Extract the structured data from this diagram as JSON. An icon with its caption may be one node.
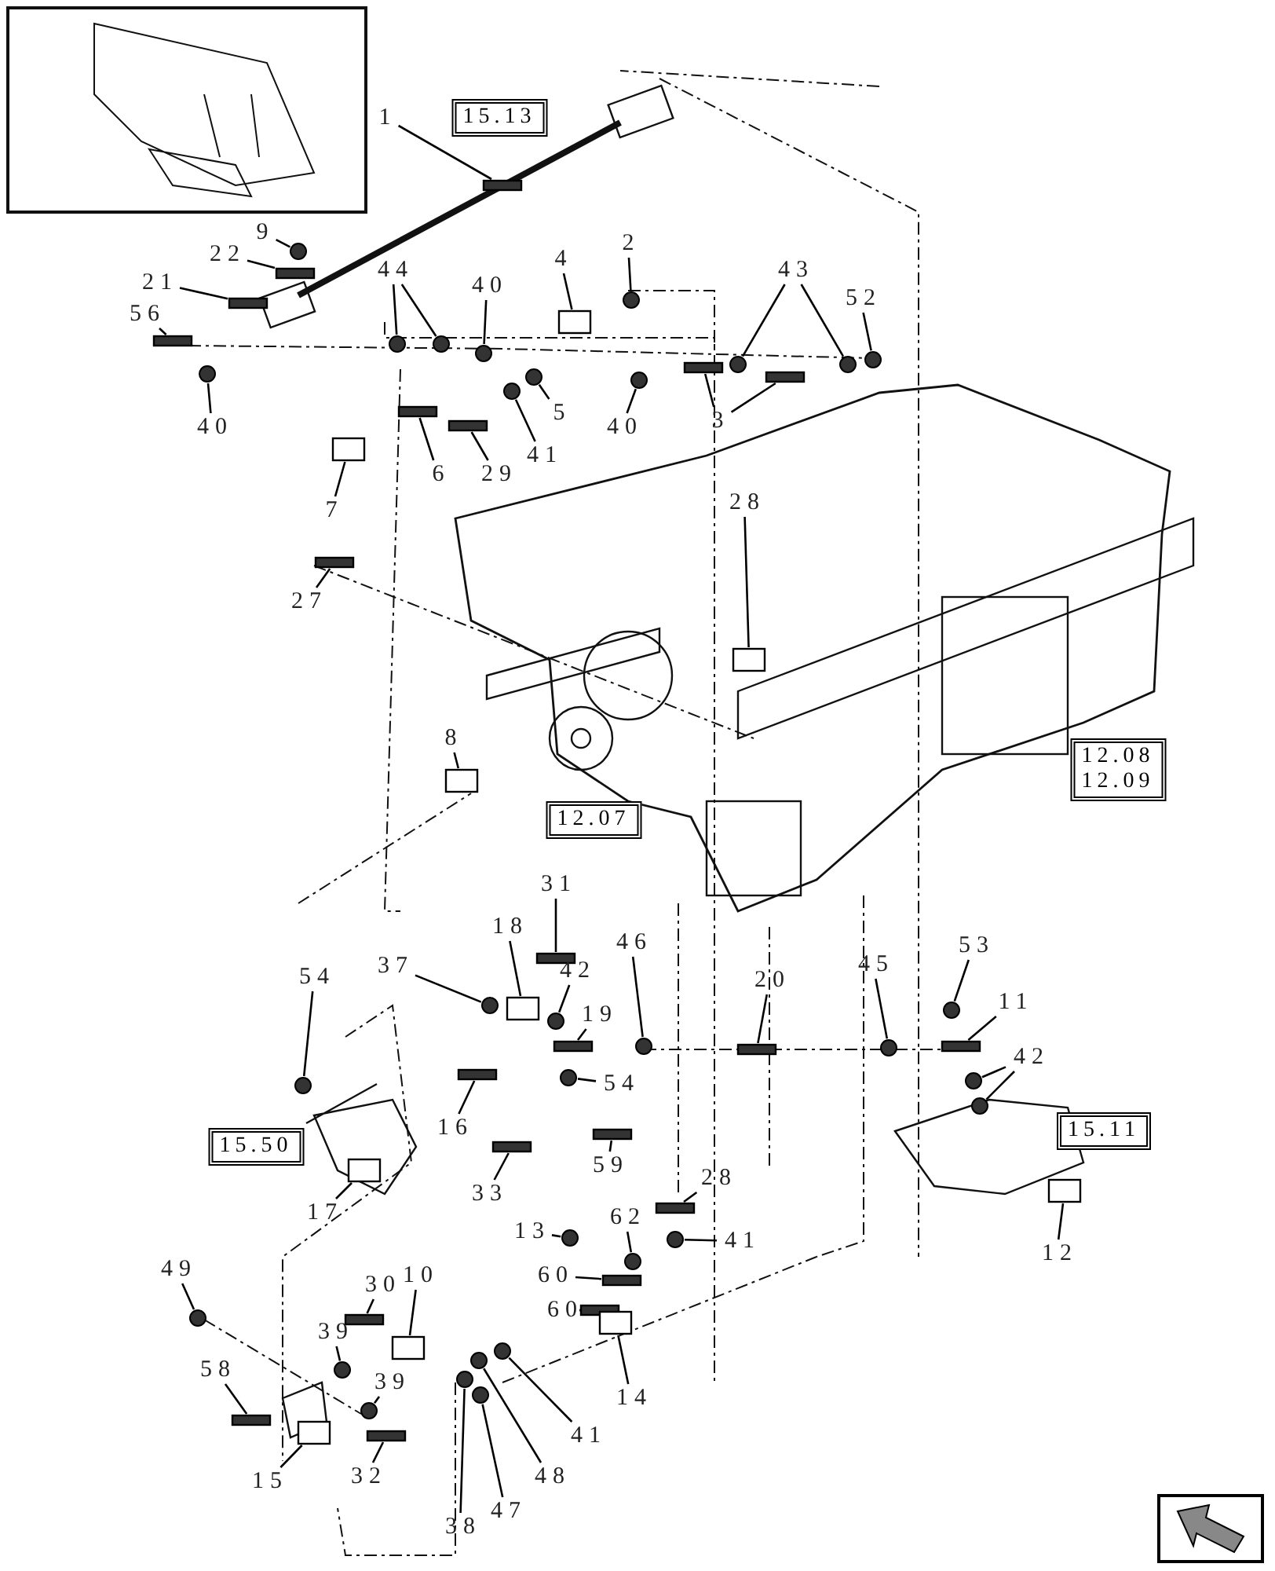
{
  "diagram": {
    "nodes": [
      {
        "text": [
          "1"
        ]
      },
      {
        "text": [
          "15.13"
        ]
      },
      {
        "text": [
          "9"
        ]
      },
      {
        "text": [
          "22"
        ]
      },
      {
        "text": [
          "21"
        ]
      },
      {
        "text": [
          "56"
        ]
      },
      {
        "text": [
          "44"
        ]
      },
      {
        "text": [
          "40"
        ]
      },
      {
        "text": [
          "4"
        ]
      },
      {
        "text": [
          "2"
        ]
      },
      {
        "text": [
          "43"
        ]
      },
      {
        "text": [
          "52"
        ]
      },
      {
        "text": [
          "40"
        ]
      },
      {
        "text": [
          "5"
        ]
      },
      {
        "text": [
          "40"
        ]
      },
      {
        "text": [
          "3"
        ]
      },
      {
        "text": [
          "6"
        ]
      },
      {
        "text": [
          "29"
        ]
      },
      {
        "text": [
          "41"
        ]
      },
      {
        "text": [
          "7"
        ]
      },
      {
        "text": [
          "28"
        ]
      },
      {
        "text": [
          "27"
        ]
      },
      {
        "text": [
          "8"
        ]
      },
      {
        "text": [
          "12.07"
        ]
      },
      {
        "text": [
          "12.08",
          "12.09"
        ]
      },
      {
        "text": [
          "31"
        ]
      },
      {
        "text": [
          "37"
        ]
      },
      {
        "text": [
          "18"
        ]
      },
      {
        "text": [
          "54"
        ]
      },
      {
        "text": [
          "42"
        ]
      },
      {
        "text": [
          "19"
        ]
      },
      {
        "text": [
          "46"
        ]
      },
      {
        "text": [
          "20"
        ]
      },
      {
        "text": [
          "45"
        ]
      },
      {
        "text": [
          "53"
        ]
      },
      {
        "text": [
          "11"
        ]
      },
      {
        "text": [
          "42"
        ]
      },
      {
        "text": [
          "54"
        ]
      },
      {
        "text": [
          "15.50"
        ]
      },
      {
        "text": [
          "16"
        ]
      },
      {
        "text": [
          "59"
        ]
      },
      {
        "text": [
          "33"
        ]
      },
      {
        "text": [
          "17"
        ]
      },
      {
        "text": [
          "12"
        ]
      },
      {
        "text": [
          "15.11"
        ]
      },
      {
        "text": [
          "28"
        ]
      },
      {
        "text": [
          "13"
        ]
      },
      {
        "text": [
          "62"
        ]
      },
      {
        "text": [
          "41"
        ]
      },
      {
        "text": [
          "60"
        ]
      },
      {
        "text": [
          "60"
        ]
      },
      {
        "text": [
          "14"
        ]
      },
      {
        "text": [
          "49"
        ]
      },
      {
        "text": [
          "30"
        ]
      },
      {
        "text": [
          "10"
        ]
      },
      {
        "text": [
          "39"
        ]
      },
      {
        "text": [
          "39"
        ]
      },
      {
        "text": [
          "58"
        ]
      },
      {
        "text": [
          "15"
        ]
      },
      {
        "text": [
          "32"
        ]
      },
      {
        "text": [
          "38"
        ]
      },
      {
        "text": [
          "47"
        ]
      },
      {
        "text": [
          "48"
        ]
      },
      {
        "text": [
          "41"
        ]
      },
      {
        "text": [],
        "shape": "bar"
      },
      {
        "text": [],
        "shape": "circle"
      },
      {
        "text": [],
        "shape": "bar"
      },
      {
        "text": [],
        "shape": "bar"
      },
      {
        "text": [],
        "shape": "bar"
      },
      {
        "text": [],
        "shape": "circle"
      },
      {
        "text": [],
        "shape": "circle"
      },
      {
        "text": [],
        "shape": "circle"
      },
      {
        "text": [],
        "shape": "box"
      },
      {
        "text": [],
        "shape": "circle"
      },
      {
        "text": [],
        "shape": "circle"
      },
      {
        "text": [],
        "shape": "circle"
      },
      {
        "text": [],
        "shape": "circle"
      },
      {
        "text": [],
        "shape": "circle"
      },
      {
        "text": [],
        "shape": "circle"
      },
      {
        "text": [],
        "shape": "circle"
      },
      {
        "text": [],
        "shape": "bar"
      },
      {
        "text": [],
        "shape": "bar"
      },
      {
        "text": [],
        "shape": "bar"
      },
      {
        "text": [],
        "shape": "bar"
      },
      {
        "text": [],
        "shape": "circle"
      },
      {
        "text": [],
        "shape": "box"
      },
      {
        "text": [],
        "shape": "box"
      },
      {
        "text": [],
        "shape": "bar"
      },
      {
        "text": [],
        "shape": "box"
      },
      {
        "text": [],
        "shape": "bar"
      },
      {
        "text": [],
        "shape": "circle"
      },
      {
        "text": [],
        "shape": "box"
      },
      {
        "text": [],
        "shape": "circle"
      },
      {
        "text": [],
        "shape": "circle"
      },
      {
        "text": [],
        "shape": "bar"
      },
      {
        "text": [],
        "shape": "circle"
      },
      {
        "text": [],
        "shape": "bar"
      },
      {
        "text": [],
        "shape": "circle"
      },
      {
        "text": [],
        "shape": "circle"
      },
      {
        "text": [],
        "shape": "bar"
      },
      {
        "text": [],
        "shape": "circle"
      },
      {
        "text": [],
        "shape": "circle"
      },
      {
        "text": [],
        "shape": "circle"
      },
      {
        "text": [],
        "shape": "bar"
      },
      {
        "text": [],
        "shape": "bar"
      },
      {
        "text": [],
        "shape": "bar"
      },
      {
        "text": [],
        "shape": "box"
      },
      {
        "text": [],
        "shape": "box"
      },
      {
        "text": [],
        "shape": "bar"
      },
      {
        "text": [],
        "shape": "circle"
      },
      {
        "text": [],
        "shape": "circle"
      },
      {
        "text": [],
        "shape": "circle"
      },
      {
        "text": [],
        "shape": "bar"
      },
      {
        "text": [],
        "shape": "bar"
      },
      {
        "text": [],
        "shape": "box"
      },
      {
        "text": [],
        "shape": "circle"
      },
      {
        "text": [],
        "shape": "bar"
      },
      {
        "text": [],
        "shape": "box"
      },
      {
        "text": [],
        "shape": "circle"
      },
      {
        "text": [],
        "shape": "circle"
      },
      {
        "text": [],
        "shape": "bar"
      },
      {
        "text": [],
        "shape": "box"
      },
      {
        "text": [],
        "shape": "bar"
      },
      {
        "text": [],
        "shape": "circle"
      },
      {
        "text": [],
        "shape": "circle"
      },
      {
        "text": [],
        "shape": "circle"
      },
      {
        "text": [],
        "shape": "circle"
      }
    ],
    "edges": [
      {
        "from": 0,
        "to": 64,
        "arrow": "none"
      },
      {
        "from": 2,
        "to": 65,
        "arrow": "none"
      },
      {
        "from": 3,
        "to": 66,
        "arrow": "none"
      },
      {
        "from": 4,
        "to": 67,
        "arrow": "none"
      },
      {
        "from": 5,
        "to": 68,
        "arrow": "none"
      },
      {
        "from": 6,
        "to": 69,
        "arrow": "none"
      },
      {
        "from": 6,
        "to": 70,
        "arrow": "none"
      },
      {
        "from": 7,
        "to": 71,
        "arrow": "none"
      },
      {
        "from": 8,
        "to": 72,
        "arrow": "none"
      },
      {
        "from": 9,
        "to": 73,
        "arrow": "none"
      },
      {
        "from": 10,
        "to": 74,
        "arrow": "none"
      },
      {
        "from": 10,
        "to": 75,
        "arrow": "none"
      },
      {
        "from": 11,
        "to": 76,
        "arrow": "none"
      },
      {
        "from": 12,
        "to": 77,
        "arrow": "none"
      },
      {
        "from": 13,
        "to": 78,
        "arrow": "none"
      },
      {
        "from": 14,
        "to": 79,
        "arrow": "none"
      },
      {
        "from": 15,
        "to": 80,
        "arrow": "none"
      },
      {
        "from": 15,
        "to": 81,
        "arrow": "none"
      },
      {
        "from": 16,
        "to": 82,
        "arrow": "none"
      },
      {
        "from": 17,
        "to": 83,
        "arrow": "none"
      },
      {
        "from": 18,
        "to": 84,
        "arrow": "none"
      },
      {
        "from": 19,
        "to": 85,
        "arrow": "none"
      },
      {
        "from": 20,
        "to": 86,
        "arrow": "none"
      },
      {
        "from": 21,
        "to": 87,
        "arrow": "none"
      },
      {
        "from": 22,
        "to": 88,
        "arrow": "none"
      },
      {
        "from": 25,
        "to": 89,
        "arrow": "none"
      },
      {
        "from": 26,
        "to": 90,
        "arrow": "none"
      },
      {
        "from": 27,
        "to": 91,
        "arrow": "none"
      },
      {
        "from": 28,
        "to": 92,
        "arrow": "none"
      },
      {
        "from": 29,
        "to": 93,
        "arrow": "none"
      },
      {
        "from": 30,
        "to": 94,
        "arrow": "none"
      },
      {
        "from": 31,
        "to": 95,
        "arrow": "none"
      },
      {
        "from": 32,
        "to": 96,
        "arrow": "none"
      },
      {
        "from": 33,
        "to": 97,
        "arrow": "none"
      },
      {
        "from": 34,
        "to": 98,
        "arrow": "none"
      },
      {
        "from": 35,
        "to": 99,
        "arrow": "none"
      },
      {
        "from": 36,
        "to": 100,
        "arrow": "none"
      },
      {
        "from": 36,
        "to": 101,
        "arrow": "none"
      },
      {
        "from": 37,
        "to": 102,
        "arrow": "none"
      },
      {
        "from": 39,
        "to": 103,
        "arrow": "none"
      },
      {
        "from": 40,
        "to": 104,
        "arrow": "none"
      },
      {
        "from": 41,
        "to": 105,
        "arrow": "none"
      },
      {
        "from": 42,
        "to": 106,
        "arrow": "none"
      },
      {
        "from": 43,
        "to": 107,
        "arrow": "none"
      },
      {
        "from": 45,
        "to": 108,
        "arrow": "none"
      },
      {
        "from": 46,
        "to": 109,
        "arrow": "none"
      },
      {
        "from": 47,
        "to": 110,
        "arrow": "none"
      },
      {
        "from": 48,
        "to": 111,
        "arrow": "none"
      },
      {
        "from": 49,
        "to": 112,
        "arrow": "none"
      },
      {
        "from": 50,
        "to": 113,
        "arrow": "none"
      },
      {
        "from": 51,
        "to": 114,
        "arrow": "none"
      },
      {
        "from": 52,
        "to": 115,
        "arrow": "none"
      },
      {
        "from": 53,
        "to": 116,
        "arrow": "none"
      },
      {
        "from": 54,
        "to": 117,
        "arrow": "none"
      },
      {
        "from": 55,
        "to": 118,
        "arrow": "none"
      },
      {
        "from": 56,
        "to": 119,
        "arrow": "none"
      },
      {
        "from": 57,
        "to": 120,
        "arrow": "none"
      },
      {
        "from": 58,
        "to": 121,
        "arrow": "none"
      },
      {
        "from": 59,
        "to": 122,
        "arrow": "none"
      },
      {
        "from": 60,
        "to": 123,
        "arrow": "none"
      },
      {
        "from": 61,
        "to": 124,
        "arrow": "none"
      },
      {
        "from": 62,
        "to": 125,
        "arrow": "none"
      },
      {
        "from": 63,
        "to": 126,
        "arrow": "none"
      }
    ]
  }
}
